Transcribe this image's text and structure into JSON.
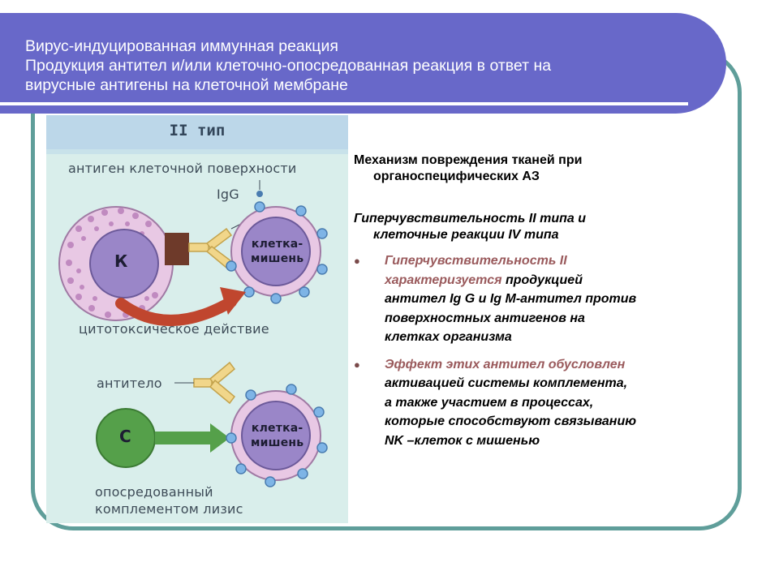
{
  "header": {
    "lines": [
      "Вирус-индуцированная иммунная реакция",
      "Продукция антител и/или клеточно-опосредованная реакция в ответ на",
      "вирусные антигены на клеточной мембране"
    ]
  },
  "figure": {
    "title": "II тип",
    "antigen_label": "антиген клеточной поверхности",
    "igg_label": "IgG",
    "k_label": "К",
    "target_lines": [
      "клетка-",
      "мишень"
    ],
    "cytotoxic_label": "цитотоксическое действие",
    "antibody_label": "антитело",
    "c_label": "С",
    "lysis_lines": [
      "опосредованный",
      "комплементом лизис"
    ]
  },
  "text": {
    "mechanism_lines": [
      "Механизм повреждения тканей при",
      "органоспецифических АЗ"
    ],
    "hyper_lines": [
      "Гиперчувствительность II типа и",
      "клеточные реакции IV типа"
    ],
    "bullet1": {
      "red_1": "Гиперчувствительность II",
      "red_2": "характеризуется",
      "black_2": " продукцией",
      "lines": [
        "антител Ig G и Ig M-антител против",
        "поверхностных антигенов на",
        "клетках организма"
      ]
    },
    "bullet2": {
      "red_1": "Эффект этих антител обусловлен",
      "lines": [
        "активацией системы комплемента,",
        "а также участием в процессах,",
        "которые способствуют связыванию",
        "NK –клеток с мишенью"
      ]
    },
    "bullet_glyph": "●"
  },
  "colors": {
    "header": "#6868c9",
    "frame": "#5f9e9a",
    "accent_text": "#9a5a5c"
  }
}
